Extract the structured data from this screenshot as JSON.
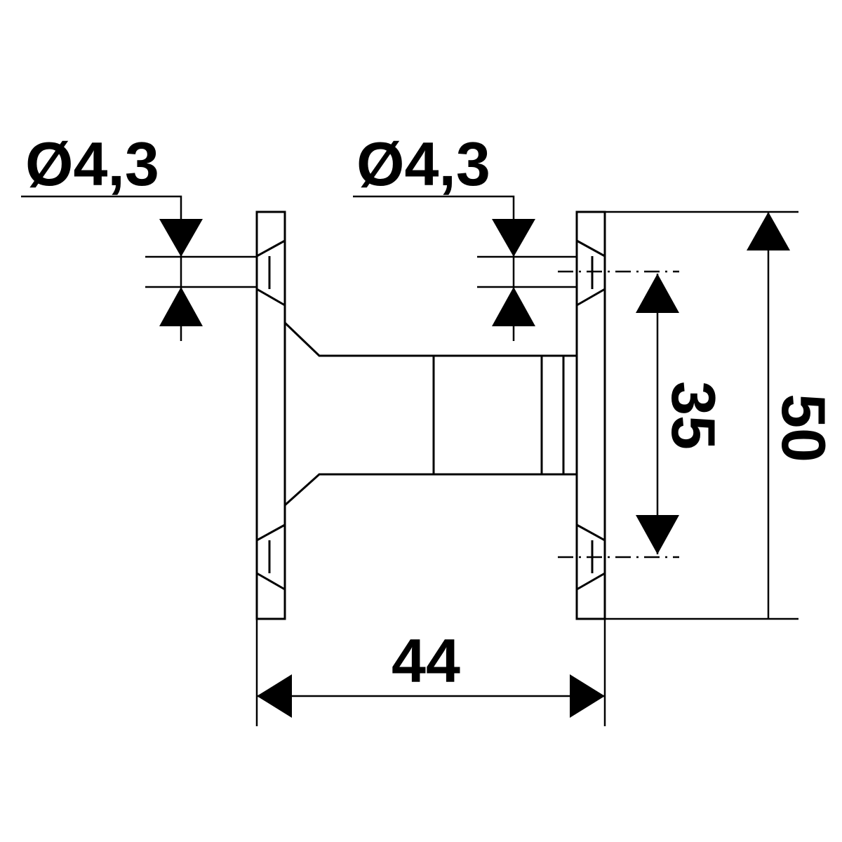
{
  "drawing": {
    "dimensions": {
      "hole_left": "Ø4,3",
      "hole_right": "Ø4,3",
      "hole_spacing": "35",
      "overall_height": "50",
      "overall_width": "44"
    }
  }
}
